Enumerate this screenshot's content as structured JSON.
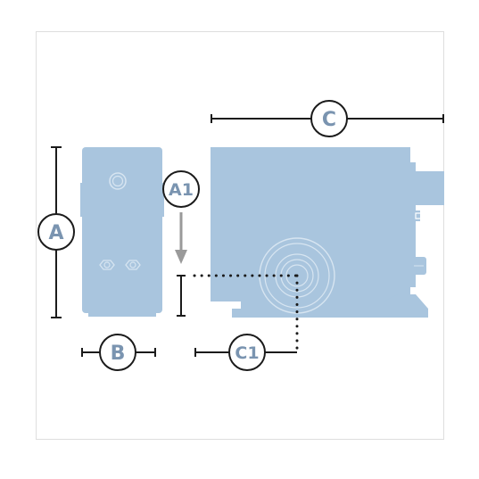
{
  "colors": {
    "machine_fill": "#a9c5de",
    "machine_detail": "#d7e5f1",
    "label_text": "#7a94b0",
    "line": "#1b1b1b",
    "arrow": "#9a9a9a",
    "frame_border": "#dedede"
  },
  "labels": {
    "height": "A",
    "shaft_height": "A1",
    "width": "B",
    "length": "C",
    "shaft_offset": "C1"
  }
}
